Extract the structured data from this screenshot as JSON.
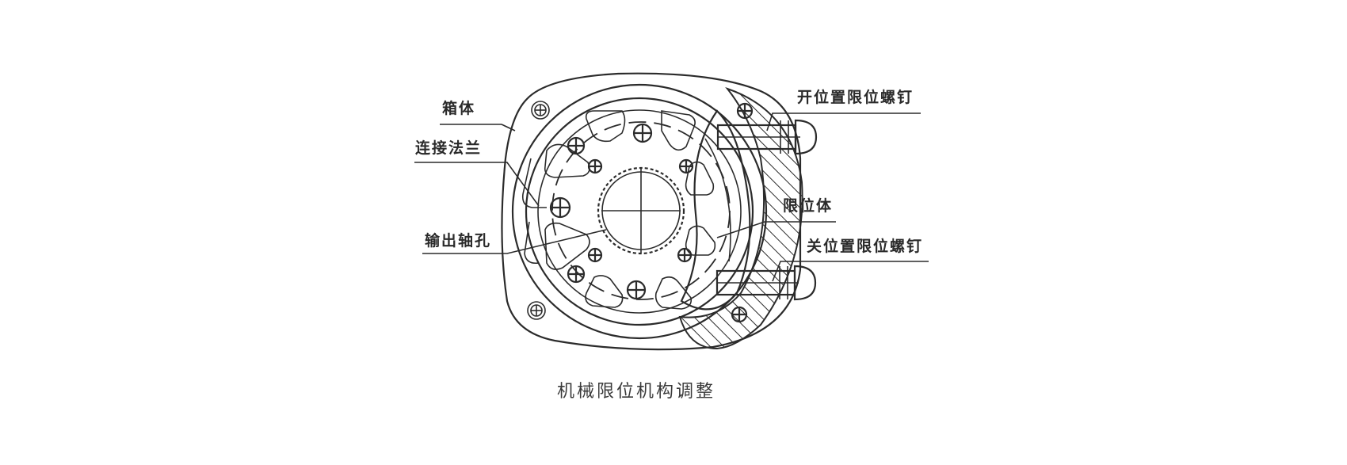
{
  "diagram": {
    "caption": "机械限位机构调整",
    "labels": {
      "housing": "箱体",
      "connecting_flange": "连接法兰",
      "output_shaft_hole": "输出轴孔",
      "open_limit_screw": "开位置限位螺钉",
      "limit_block": "限位体",
      "close_limit_screw": "关位置限位螺钉"
    },
    "colors": {
      "background": "#ffffff",
      "line": "#2b2b2b",
      "text": "#2a2a2a"
    }
  }
}
